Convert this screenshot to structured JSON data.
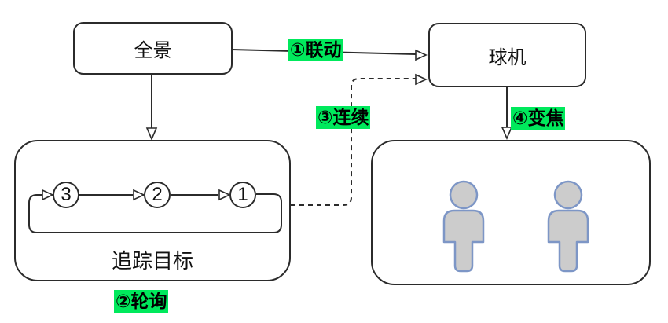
{
  "diagram": {
    "colors": {
      "highlight_green": "#00E95C",
      "line": "#2b2b2b",
      "person_fill": "#cccccc",
      "person_stroke": "#7d96c6"
    },
    "nodes": {
      "panorama": {
        "label": "全景"
      },
      "dome_camera": {
        "label": "球机"
      },
      "tracking": {
        "label": "追踪目标",
        "queue": [
          "3",
          "2",
          "1"
        ]
      },
      "scene": {
        "person_icon_count": 2
      }
    },
    "edge_labels": {
      "linkage": "①联动",
      "polling": "②轮询",
      "continuous": "③连续",
      "zoom": "④变焦"
    }
  }
}
